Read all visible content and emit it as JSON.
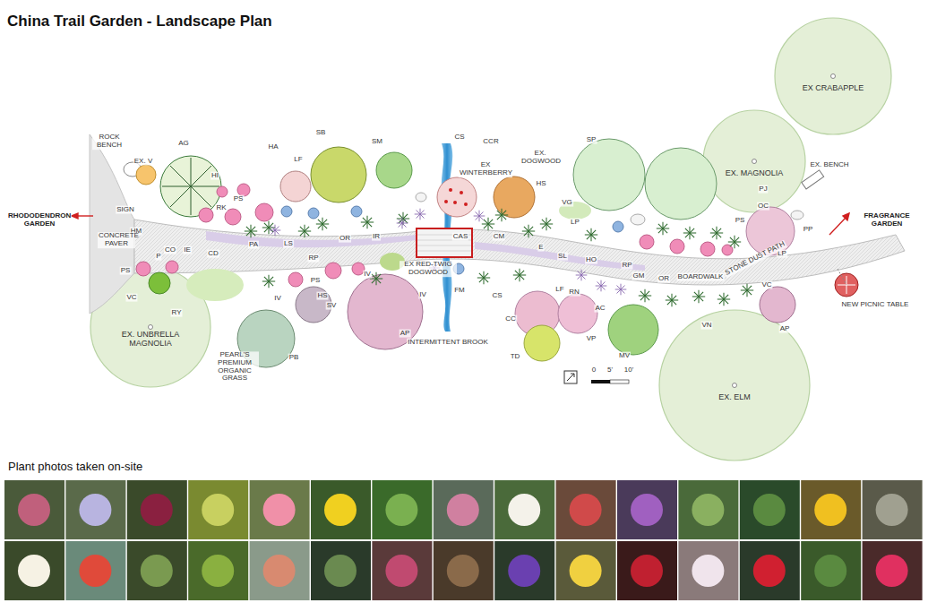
{
  "diagram": {
    "title": "China Trail Garden - Landscape Plan",
    "nodes": [
      {
        "text": [
          "EX. UNBRELLA MAGNOLIA"
        ]
      },
      {
        "text": [
          "EX CRABAPPLE"
        ]
      },
      {
        "text": [
          "EX. MAGNOLIA"
        ]
      },
      {
        "text": [
          "EX. ELM"
        ]
      }
    ],
    "labels": [
      "ROCK BENCH",
      "EX. V",
      "AG",
      "HA",
      "LF",
      "SB",
      "SM",
      "CS",
      "EX WINTERBERRY",
      "CCR",
      "EX. DOGWOOD",
      "HS",
      "SP",
      "EX. BENCH",
      "RHODODENDRON GARDEN",
      "HI",
      "PS",
      "RK",
      "SIGN",
      "HM",
      "CO",
      "IE",
      "CD",
      "P",
      "CONCRETE PAVER",
      "PA",
      "LS",
      "RP",
      "OR",
      "IR",
      "CAS",
      "CM",
      "VG",
      "LP",
      "PJ",
      "OC",
      "PS",
      "PP",
      "LP",
      "FRAGRANCE GARDEN",
      "E",
      "SL",
      "HO",
      "RP",
      "GM",
      "OR",
      "BOARDWALK",
      "STONE DUST PATH",
      "VC",
      "NEW PICNIC TABLE",
      "AP",
      "VN",
      "MV",
      "VP",
      "AC",
      "RN",
      "LF",
      "CC",
      "TD",
      "FM",
      "CS",
      "INTERMITTENT BROOK",
      "IV",
      "EX RED-TWIG DOGWOOD",
      "IV",
      "AP",
      "PS",
      "HS",
      "SV",
      "IV",
      "PB",
      "PEARL'S PREMIUM ORGANIC GRASS",
      "RY",
      "VC",
      "PS",
      "0",
      "5'",
      "10'",
      "Plant photos taken on-site"
    ]
  }
}
